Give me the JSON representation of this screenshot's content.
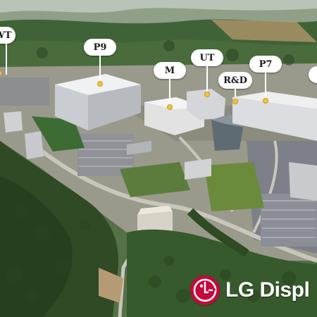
{
  "image": {
    "description_free": true
  },
  "pins": [
    {
      "id": "wt",
      "label": "WT"
    },
    {
      "id": "p9",
      "label": "P9"
    },
    {
      "id": "m",
      "label": "M"
    },
    {
      "id": "ut",
      "label": "UT"
    },
    {
      "id": "rd",
      "label": "R&D"
    },
    {
      "id": "p7",
      "label": "P7"
    },
    {
      "id": "edge",
      "label": ""
    }
  ],
  "logo": {
    "text": "LG Displ",
    "brand_color": "#c6083b",
    "mark_name": "lg-face-logo"
  },
  "colors": {
    "pin_bubble": "#ffffff",
    "pin_dot": "#f2c633"
  }
}
